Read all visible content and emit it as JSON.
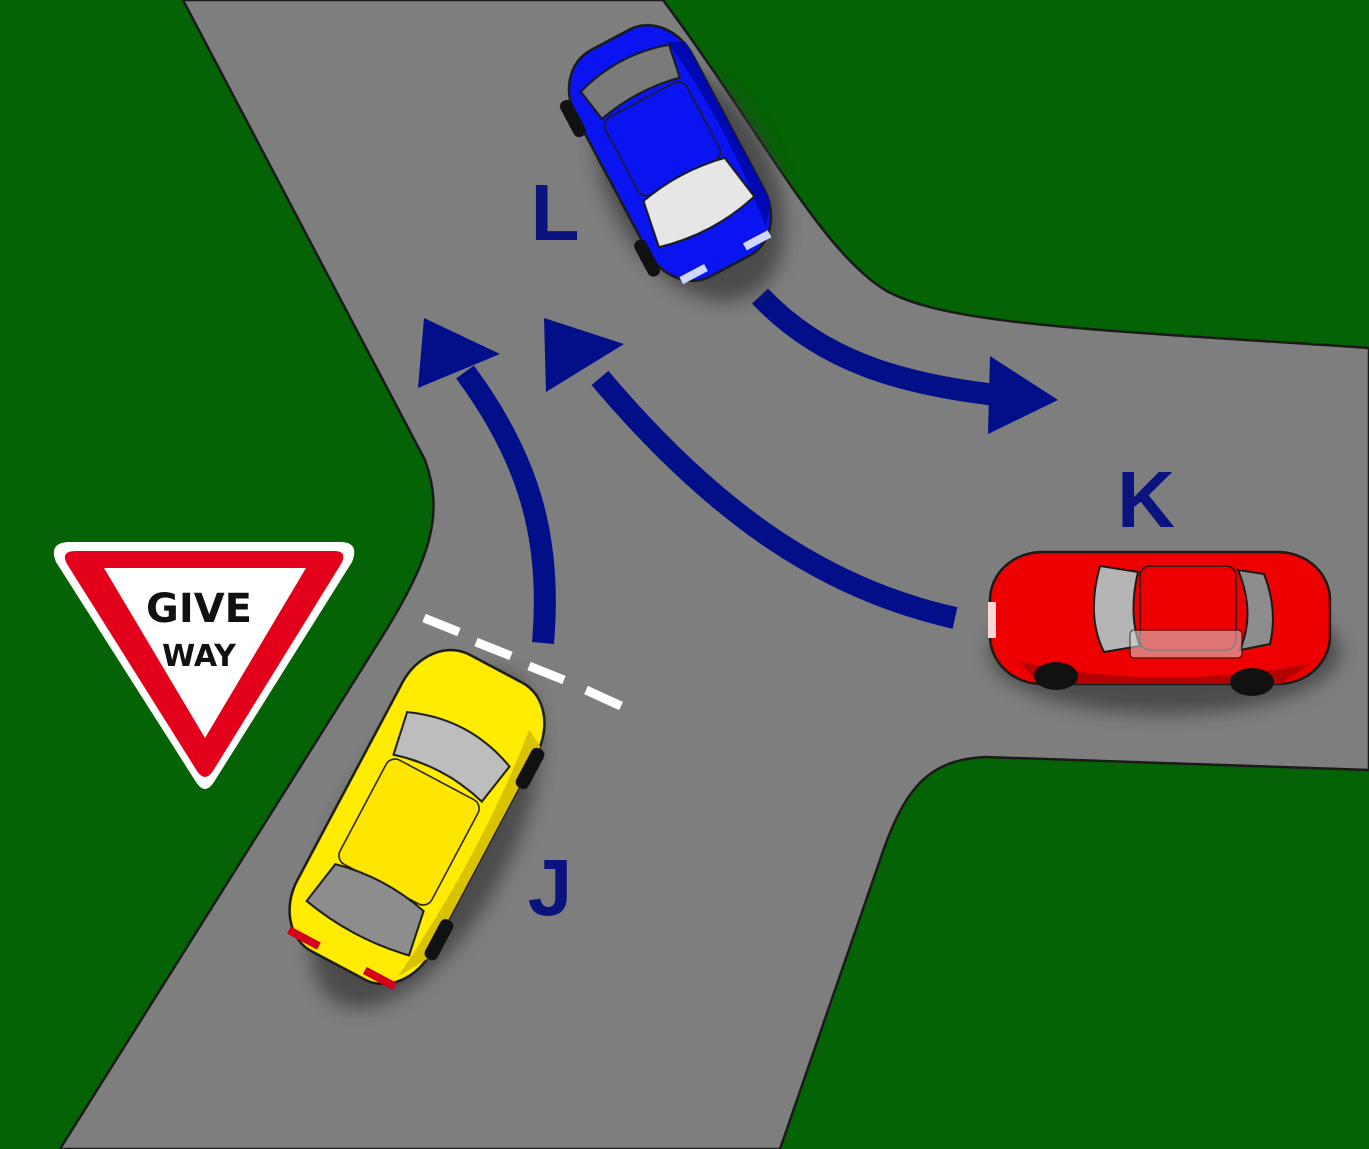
{
  "scene": {
    "colors": {
      "grass": "#046304",
      "road": "#7e7e7e",
      "road_edge": "#1a1a1a",
      "arrow": "#020f88",
      "label": "#0a137e",
      "give_way_line": "#ffffff"
    }
  },
  "sign": {
    "line1": "GIVE",
    "line2": "WAY",
    "border_color": "#e3001b",
    "fill_color": "#ffffff",
    "text_color": "#111111"
  },
  "vehicles": [
    {
      "id": "J",
      "label": "J",
      "color": "#ffec00",
      "shade": "#d9c200"
    },
    {
      "id": "K",
      "label": "K",
      "color": "#ee0000",
      "shade": "#b30000"
    },
    {
      "id": "L",
      "label": "L",
      "color": "#0a14f0",
      "shade": "#0008b0"
    }
  ]
}
